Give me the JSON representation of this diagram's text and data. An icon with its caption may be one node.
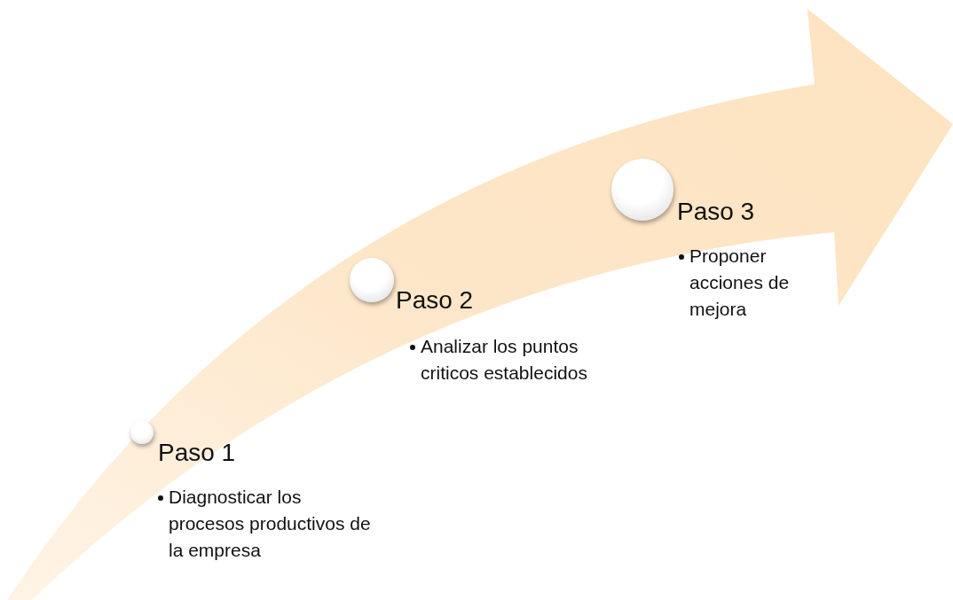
{
  "diagram": {
    "nodes": [
      {
        "text": [
          "Paso 1",
          "Diagnosticar los procesos productivos de la empresa"
        ]
      },
      {
        "text": [
          "Paso 2",
          "Analizar los puntos criticos establecidos"
        ]
      },
      {
        "text": [
          "Paso 3",
          "Proponer acciones de mejora"
        ]
      }
    ]
  }
}
